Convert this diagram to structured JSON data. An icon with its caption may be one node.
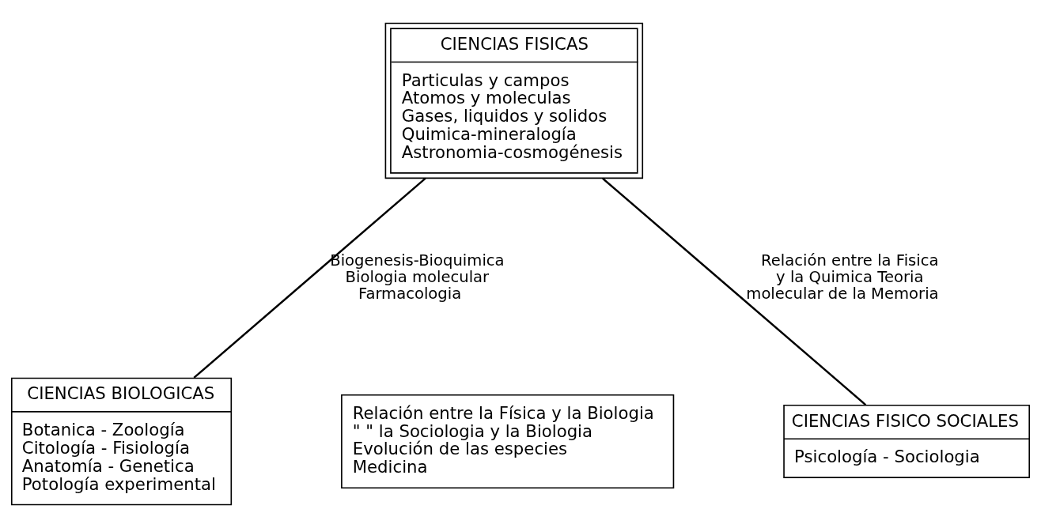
{
  "diagram": {
    "nodes": [
      {
        "text": [
          "CIENCIAS FISICAS",
          "Particulas y campos",
          "Atomos y moleculas",
          "Gases, liquidos y solidos",
          "Quimica-mineralogía",
          "Astronomia-cosmogénesis"
        ]
      },
      {
        "text": [
          "CIENCIAS BIOLOGICAS",
          "Botanica - Zoología",
          "Citología - Fisiología",
          "Anatomía - Genetica",
          "Potología experimental"
        ]
      },
      {
        "text": [
          "Relación entre la Física y la Biologia",
          "\" \" la Sociologia y la Biologia",
          "Evolución de las especies",
          "Medicina"
        ]
      },
      {
        "text": [
          "CIENCIAS FISICO SOCIALES",
          "Psicología - Sociologia"
        ]
      }
    ],
    "edges": [
      {
        "from": 0,
        "to": 1,
        "arrow": "none",
        "label": "Biogenesis-Bioquimica Biologia molecular Farmacologia"
      },
      {
        "from": 0,
        "to": 3,
        "arrow": "none",
        "label": "Relación entre la Fisica y la Quimica Teoria molecular de la Memoria"
      }
    ]
  }
}
